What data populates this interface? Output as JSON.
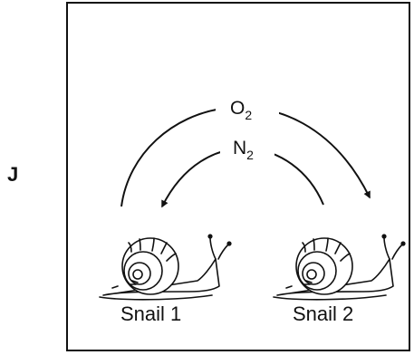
{
  "option": {
    "letter": "J"
  },
  "diagram": {
    "outer_arrow": {
      "gas_symbol": "O",
      "gas_subscript": "2",
      "direction": "from Snail 1 to Snail 2"
    },
    "inner_arrow": {
      "gas_symbol": "N",
      "gas_subscript": "2",
      "direction": "from Snail 2 to Snail 1"
    },
    "snails": [
      {
        "label": "Snail 1",
        "icon": "snail-icon"
      },
      {
        "label": "Snail 2",
        "icon": "snail-icon"
      }
    ]
  }
}
